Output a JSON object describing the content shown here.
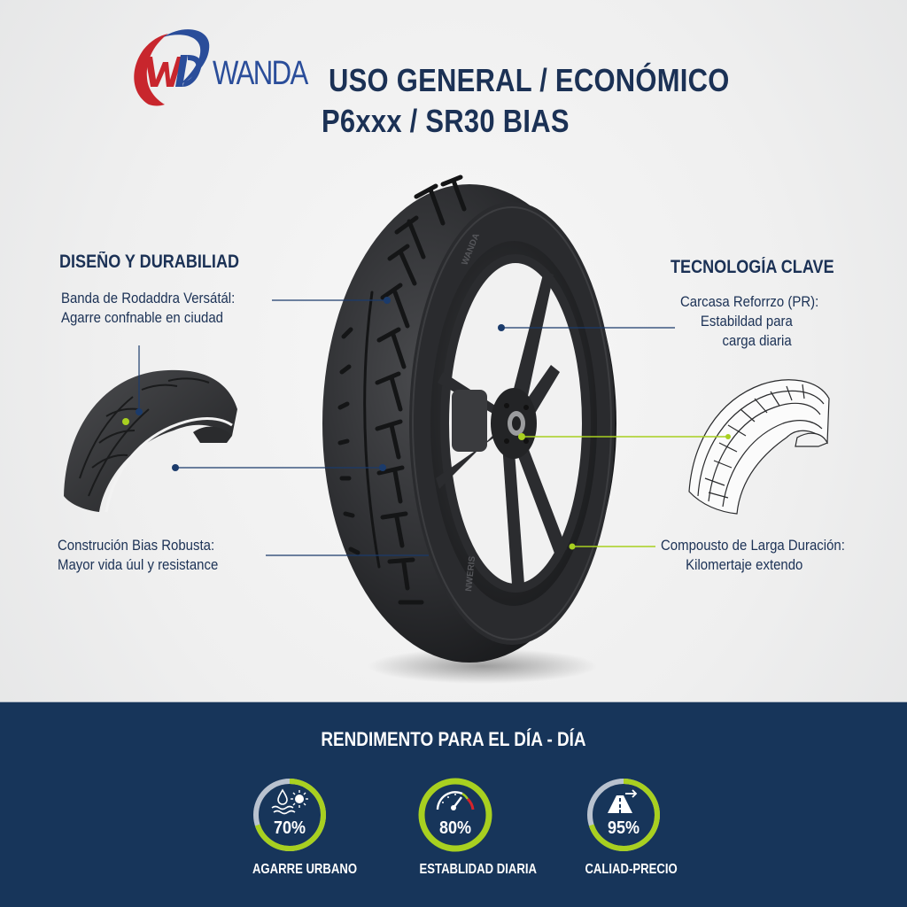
{
  "brand": {
    "logo_text": "WANDA",
    "colors": {
      "red": "#c8262d",
      "blue": "#2a4d9a"
    }
  },
  "header": {
    "title_line1": "USO GENERAL / ECONÓMICO",
    "title_line2": "P6xxx / SR30 BIAS"
  },
  "left_section": {
    "heading": "DISEÑO Y DURABILIAD",
    "callouts": [
      {
        "line1": "Banda de Rodaddra Versátál:",
        "line2": "Agarre confnable en ciudad"
      },
      {
        "line1": "Construción Bias Robusta:",
        "line2": "Mayor vida úul y resistance"
      }
    ]
  },
  "right_section": {
    "heading": "TECNOLOGÍA CLAVE",
    "callouts": [
      {
        "line1": "Carcasa Reforrzo (PR):",
        "line2": "Estabildad para",
        "line3": "carga diaria"
      },
      {
        "line1": "Compousto de Larga Duración:",
        "line2": "Kilomertaje extendo"
      }
    ]
  },
  "tire": {
    "sidewall_text": "WANDA",
    "colors": {
      "tread": "#2b2c2e",
      "pointer_navy": "#1b3b6b",
      "pointer_lime": "#a8d020"
    }
  },
  "performance": {
    "title": "RENDIMENTO PARA EL DÍA - DÍA",
    "colors": {
      "band": "#17355a",
      "ring_fill": "#a8d020",
      "ring_track": "#b9c2cf",
      "gauge_red": "#d6242b"
    },
    "metrics": [
      {
        "value": "70%",
        "percent": 70,
        "label": "AGARRE URBANO",
        "icon": "water-sun-icon"
      },
      {
        "value": "80%",
        "percent": 80,
        "label": "ESTABLIDAD DIARIA",
        "icon": "speedometer-icon"
      },
      {
        "value": "95%",
        "percent": 95,
        "label": "CALIAD-PRECIO",
        "icon": "road-arrow-icon"
      }
    ]
  }
}
